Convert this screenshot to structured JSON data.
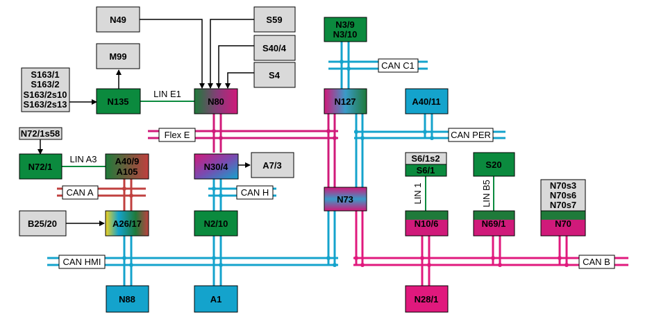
{
  "colors": {
    "green": "#0b8a3e",
    "cyan": "#14a3cc",
    "magenta": "#e0197d",
    "red": "#c0403f",
    "gray_box": "#d9d9d9",
    "dark_green": "#1f7a3a"
  },
  "nodes": {
    "n49": "N49",
    "s59": "S59",
    "m99": "M99",
    "s40_4": "S40/4",
    "s4": "S4",
    "s163": [
      "S163/1",
      "S163/2",
      "S163/2s10",
      "S163/2s13"
    ],
    "n135": "N135",
    "n80": "N80",
    "n3": [
      "N3/9",
      "N3/10"
    ],
    "n127": "N127",
    "a40_11": "A40/11",
    "n72_1s58": "N72/1s58",
    "n72_1": "N72/1",
    "a40_9": [
      "A40/9",
      "A105"
    ],
    "n30_4": "N30/4",
    "a7_3": "A7/3",
    "s6_1s2": "S6/1s2",
    "s6_1": "S6/1",
    "s20": "S20",
    "n70s": [
      "N70s3",
      "N70s6",
      "N70s7"
    ],
    "n73": "N73",
    "b25_20": "B25/20",
    "a26_17": "A26/17",
    "n2_10": "N2/10",
    "n10_6": "N10/6",
    "n69_1": "N69/1",
    "n70": "N70",
    "n88": "N88",
    "a1": "A1",
    "n28_1": "N28/1"
  },
  "buses": {
    "can_c1": "CAN C1",
    "can_per": "CAN PER",
    "flex_e": "Flex E",
    "can_a": "CAN A",
    "can_h": "CAN H",
    "can_hmi": "CAN HMI",
    "can_b": "CAN B"
  },
  "links": {
    "lin_e1": "LIN E1",
    "lin_a3": "LIN A3",
    "lin_1": "LIN 1",
    "lin_b5": "LIN B5"
  }
}
